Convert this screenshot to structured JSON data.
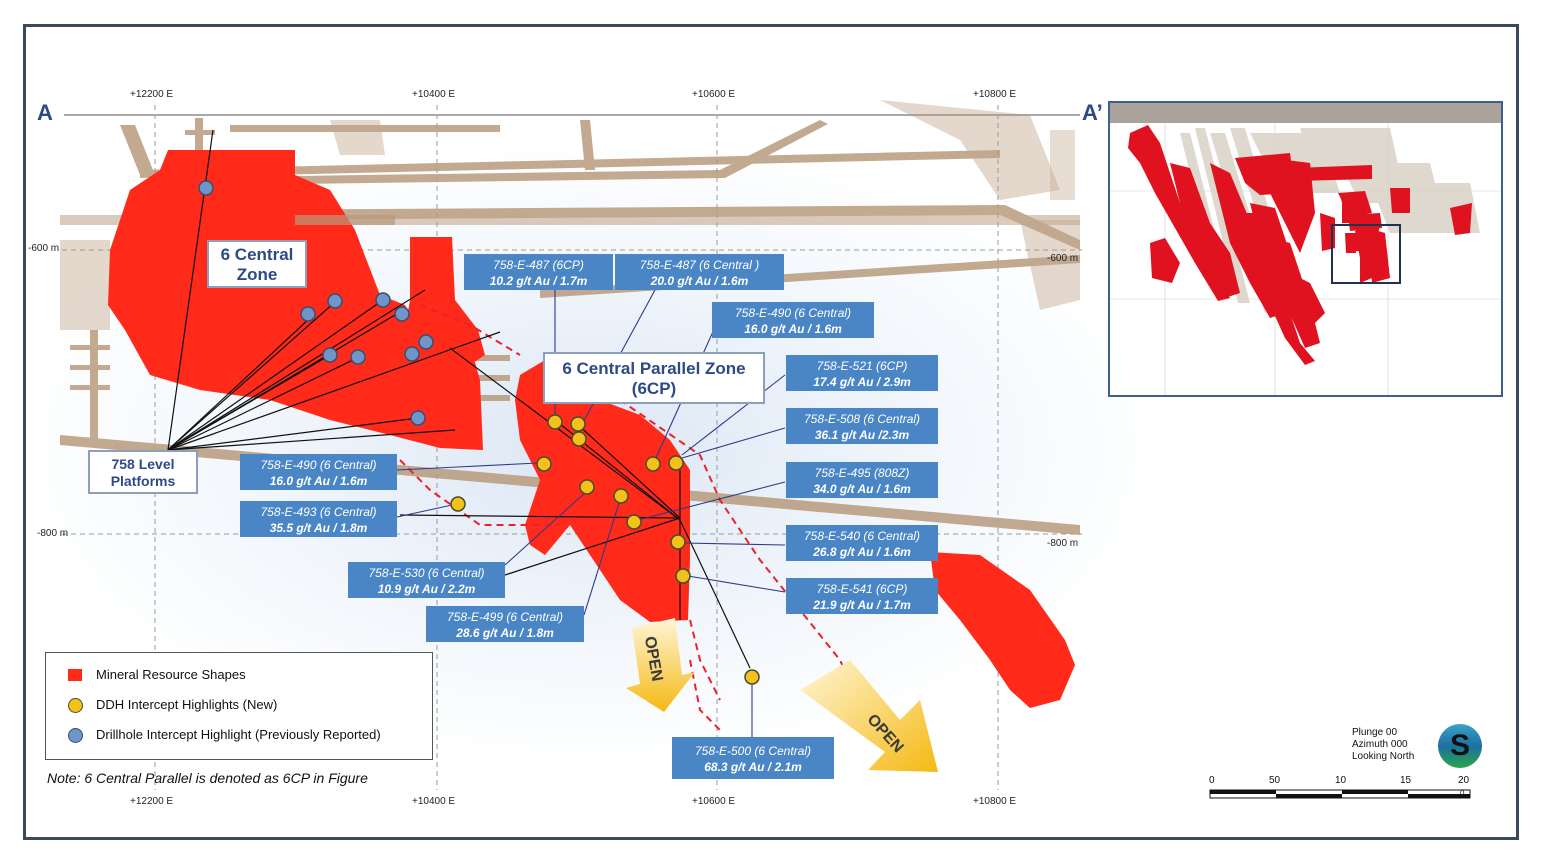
{
  "section": {
    "left_label": "A",
    "right_label": "A’"
  },
  "easting_top": [
    "+12200 E",
    "+10400 E",
    "+10600 E",
    "+10800 E"
  ],
  "easting_bottom": [
    "+12200 E",
    "+10400 E",
    "+10600 E",
    "+10800 E"
  ],
  "elevations": {
    "left_600": "-600 m",
    "left_800": "-800 m",
    "right_600": "-600 m",
    "right_800": "-800 m"
  },
  "zones": {
    "central": "6 Central Zone",
    "central_line1": "6 Central",
    "central_line2": "Zone",
    "parallel_line1": "6 Central Parallel Zone",
    "parallel_line2": "(6CP)",
    "platforms_line1": "758 Level",
    "platforms_line2": "Platforms"
  },
  "intercepts": [
    {
      "id": "758-E-487 (6CP)",
      "grade": "10.2 g/t Au / 1.7m"
    },
    {
      "id": "758-E-487 (6 Central )",
      "grade": "20.0 g/t Au / 1.6m"
    },
    {
      "id": "758-E-490 (6 Central)",
      "grade": "16.0 g/t Au / 1.6m"
    },
    {
      "id": "758-E-521 (6CP)",
      "grade": "17.4 g/t Au / 2.9m"
    },
    {
      "id": "758-E-508 (6 Central)",
      "grade": "36.1 g/t Au /2.3m"
    },
    {
      "id": "758-E-495 (808Z)",
      "grade": "34.0 g/t Au / 1.6m"
    },
    {
      "id": "758-E-490 (6 Central)",
      "grade": "16.0 g/t Au / 1.6m"
    },
    {
      "id": "758-E-493 (6 Central)",
      "grade": "35.5 g/t Au / 1.8m"
    },
    {
      "id": "758-E-540 (6 Central)",
      "grade": "26.8 g/t Au / 1.6m"
    },
    {
      "id": "758-E-541 (6CP)",
      "grade": "21.9 g/t Au / 1.7m"
    },
    {
      "id": "758-E-530 (6 Central)",
      "grade": "10.9 g/t Au / 2.2m"
    },
    {
      "id": "758-E-499 (6 Central)",
      "grade": "28.6 g/t Au / 1.8m"
    },
    {
      "id": "758-E-500 (6 Central)",
      "grade": "68.3 g/t Au / 2.1m"
    }
  ],
  "open_labels": [
    "OPEN",
    "OPEN"
  ],
  "legend": {
    "items": [
      {
        "label": "Mineral Resource Shapes",
        "color": "#ff2a1a"
      },
      {
        "label": "DDH Intercept Highlights (New)",
        "color": "#f2c21b"
      },
      {
        "label": "Drillhole Intercept Highlight (Previously Reported)",
        "color": "#6f95c9"
      }
    ]
  },
  "note": "Note: 6 Central Parallel is denoted as 6CP in Figure",
  "view_info": {
    "plunge": "Plunge 00",
    "azimuth": "Azimuth 000",
    "looking": "Looking North"
  },
  "scale": {
    "ticks": [
      "0",
      "50",
      "10",
      "15",
      "20"
    ],
    "sub": "0"
  },
  "colors": {
    "resource_red": "#ff2a1a",
    "workings_tan": "#b89a7c",
    "label_blue": "#4a86c5",
    "title_blue": "#2e4a86",
    "open_arrow": "#f5b915"
  },
  "logo_letter": "S"
}
